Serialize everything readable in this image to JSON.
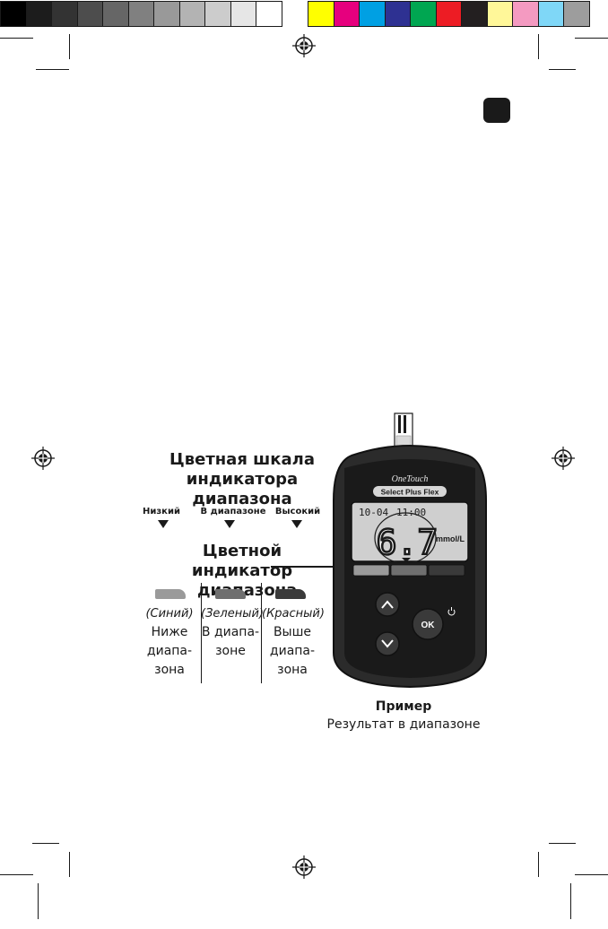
{
  "calibration_bar": {
    "grays": [
      "#000000",
      "#1c1c1c",
      "#333333",
      "#4d4d4d",
      "#666666",
      "#808080",
      "#999999",
      "#b3b3b3",
      "#cccccc",
      "#e6e6e6",
      "#ffffff"
    ],
    "colors": [
      "#ffff00",
      "#e6007e",
      "#00a0e3",
      "#2e3192",
      "#00a651",
      "#ed1c24",
      "#231f20",
      "#fff799",
      "#f49ac1",
      "#7fd7f7",
      "#9d9d9d"
    ]
  },
  "header": {
    "range_scale_title_line1": "Цветная шкала",
    "range_scale_title_line2": "индикатора диапазона"
  },
  "scale_labels": {
    "low": "Низкий",
    "in_range": "В диапазоне",
    "high": "Высокий"
  },
  "indicator_title": {
    "line1": "Цветной индикатор",
    "line2": "диапазона"
  },
  "columns": [
    {
      "color_name": "(Синий)",
      "line1": "Ниже",
      "line2": "диапа-",
      "line3": "зона",
      "color": "#9a9a9a"
    },
    {
      "color_name": "(Зеленый)",
      "line1": "В диапа-",
      "line2": "зоне",
      "line3": "",
      "color": "#6f6f6f"
    },
    {
      "color_name": "(Красный)",
      "line1": "Выше",
      "line2": "диапа-",
      "line3": "зона",
      "color": "#3a3a3a"
    }
  ],
  "meter": {
    "brand": "OneTouch",
    "model": "Select Plus Flex",
    "date": "10-04",
    "time": "11:00",
    "reading": "6.7",
    "unit": "mmol/L",
    "ok_label": "OK",
    "up_icon": "chevron-up-icon",
    "down_icon": "chevron-down-icon",
    "power_icon": "power-icon"
  },
  "caption": {
    "title": "Пример",
    "subtitle": "Результат в диапазоне"
  }
}
